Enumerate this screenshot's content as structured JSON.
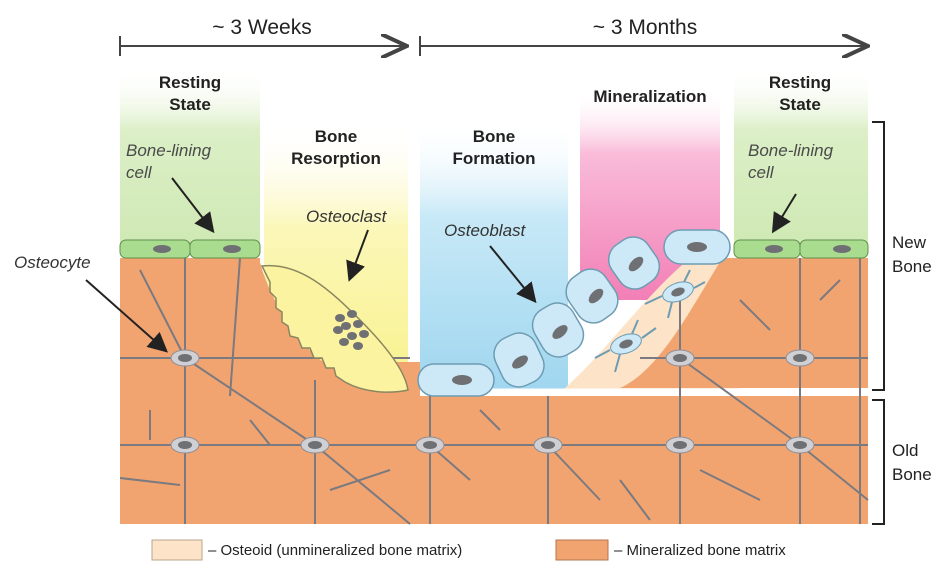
{
  "timeline": {
    "left": "~ 3 Weeks",
    "right": "~ 3 Months"
  },
  "phases": {
    "resting_left": [
      "Resting",
      "State"
    ],
    "resorption": [
      "Bone",
      "Resorption"
    ],
    "formation": [
      "Bone",
      "Formation"
    ],
    "mineralization": [
      "Mineralization"
    ],
    "resting_right": [
      "Resting",
      "State"
    ]
  },
  "labels": {
    "bone_lining_left": [
      "Bone-lining",
      "cell"
    ],
    "bone_lining_right": [
      "Bone-lining",
      "cell"
    ],
    "osteoclast": "Osteoclast",
    "osteoblast": "Osteoblast",
    "osteocyte": "Osteocyte"
  },
  "side_labels": {
    "new_bone": [
      "New",
      "Bone"
    ],
    "old_bone": [
      "Old",
      "Bone"
    ]
  },
  "legend": {
    "osteoid": "– Osteoid (unmineralized bone matrix)",
    "mineralized": "– Mineralized bone matrix"
  },
  "colors": {
    "mineralized_bone": "#f2a470",
    "osteoid": "#fde3c8",
    "resting_zone": "#d9efc4",
    "resorption_zone": "#fbf6a8",
    "formation_zone": "#aadcf2",
    "mineralization_zone": "#f58fc0",
    "osteoblast_cell": "#cde9f7",
    "bone_lining_cell": "#a9dc8e",
    "osteoclast_cell": "#fbf3a0",
    "nucleus": "#6f7073"
  }
}
